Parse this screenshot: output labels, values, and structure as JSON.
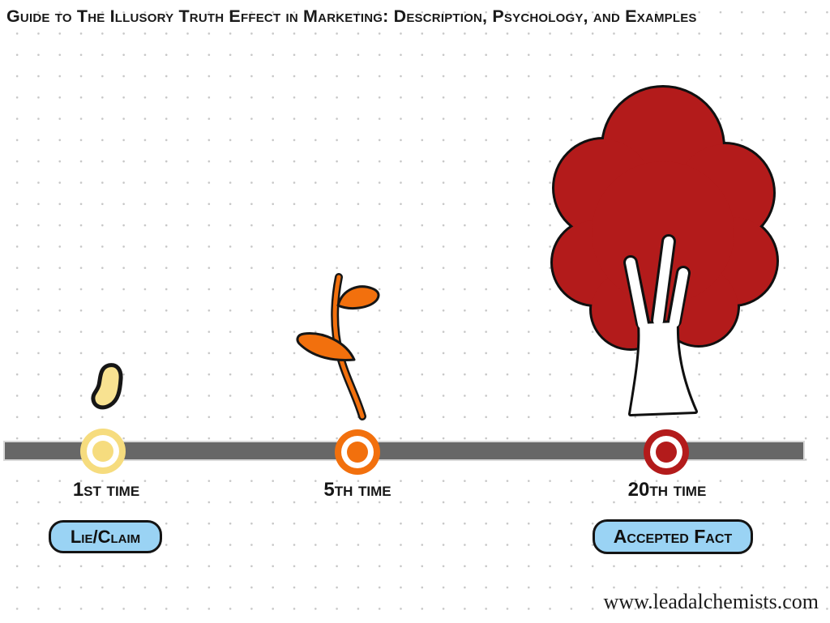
{
  "title": "Guide to The Illusory Truth Effect in Marketing: Description, Psychology, and Examples",
  "timeline": {
    "bar_color": "#676767",
    "stages": [
      {
        "label": "1st time",
        "tag": "Lie/Claim",
        "marker_color": "#F6DC7E",
        "illustration": "seed"
      },
      {
        "label": "5th time",
        "marker_color": "#F2700D",
        "illustration": "sprout"
      },
      {
        "label": "20th time",
        "tag": "Accepted Fact",
        "marker_color": "#B31B1B",
        "illustration": "tree"
      }
    ]
  },
  "colors": {
    "seed_yellow": "#F6DC7E",
    "sprout_orange": "#F2700D",
    "tree_red": "#B31B1B",
    "badge_blue": "#9AD3F4",
    "timeline_gray": "#676767"
  },
  "footer": {
    "website": "www.leadalchemists.com"
  }
}
